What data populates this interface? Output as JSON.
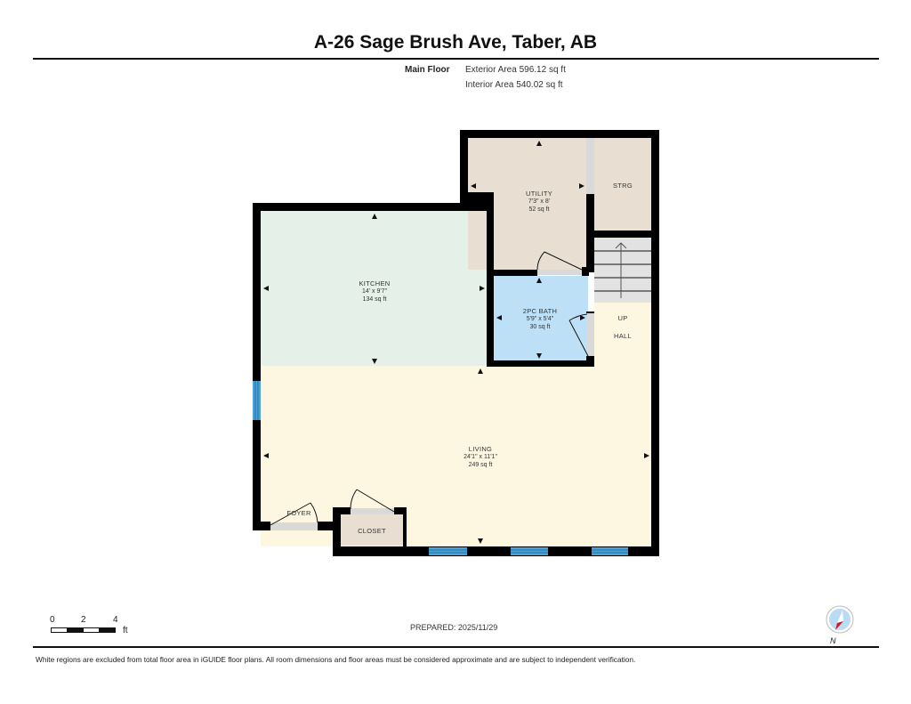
{
  "header": {
    "title": "A-26 Sage Brush Ave, Taber, AB",
    "floor_name": "Main Floor",
    "exterior_area": "Exterior Area 596.12 sq ft",
    "interior_area": "Interior Area 540.02 sq ft"
  },
  "rooms": {
    "kitchen": {
      "name": "KITCHEN",
      "dims": "14' x 9'7\"",
      "area": "134 sq ft",
      "color": "#e4f0e8"
    },
    "utility": {
      "name": "UTILITY",
      "dims": "7'3\" x 8'",
      "area": "52 sq ft",
      "color": "#e8dfd2"
    },
    "storage": {
      "name": "STRG",
      "color": "#e8dfd2"
    },
    "bath": {
      "name": "2PC BATH",
      "dims": "5'9\" x 5'4\"",
      "area": "30 sq ft",
      "color": "#bde0f7"
    },
    "living": {
      "name": "LIVING",
      "dims": "24'1\" x 11'1\"",
      "area": "249 sq ft",
      "color": "#fdf7e2"
    },
    "hall": {
      "name": "HALL",
      "color": "#fdf7e2"
    },
    "closet": {
      "name": "CLOSET",
      "color": "#e8dfd2"
    },
    "foyer": {
      "name": "FOYER"
    },
    "stairs": {
      "label": "UP",
      "color": "#e2e2e2"
    }
  },
  "colors": {
    "wall": "#000000",
    "window": "#4aa3d8",
    "door_opening": "#d9d9d9"
  },
  "scale_bar": {
    "ticks": [
      "0",
      "2",
      "4"
    ],
    "unit": "ft"
  },
  "footer": {
    "prepared": "PREPARED: 2025/11/29",
    "compass_label": "N",
    "disclaimer": "White regions are excluded from total floor area in iGUIDE floor plans. All room dimensions and floor areas must be considered approximate and are subject to independent verification."
  }
}
